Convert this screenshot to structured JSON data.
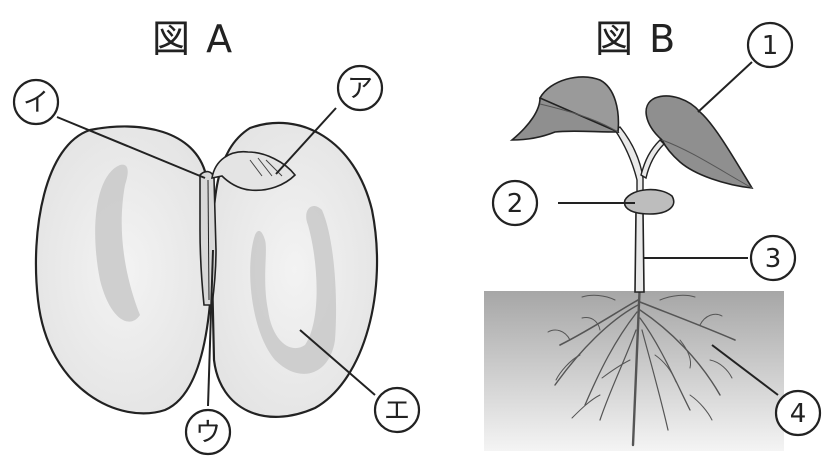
{
  "figure_a": {
    "title": "図 A",
    "labels": {
      "a": "ア",
      "i": "イ",
      "u": "ウ",
      "e": "エ"
    }
  },
  "figure_b": {
    "title": "図 B",
    "labels": {
      "one": "1",
      "two": "2",
      "three": "3",
      "four": "4"
    }
  },
  "colors": {
    "outline": "#222222",
    "seed_fill": "#ececec",
    "seed_shade": "#c9c9c9",
    "leaf": "#8d8d8d",
    "soil_top": "#a9a9a9",
    "soil_bottom": "#f2f2f2"
  }
}
